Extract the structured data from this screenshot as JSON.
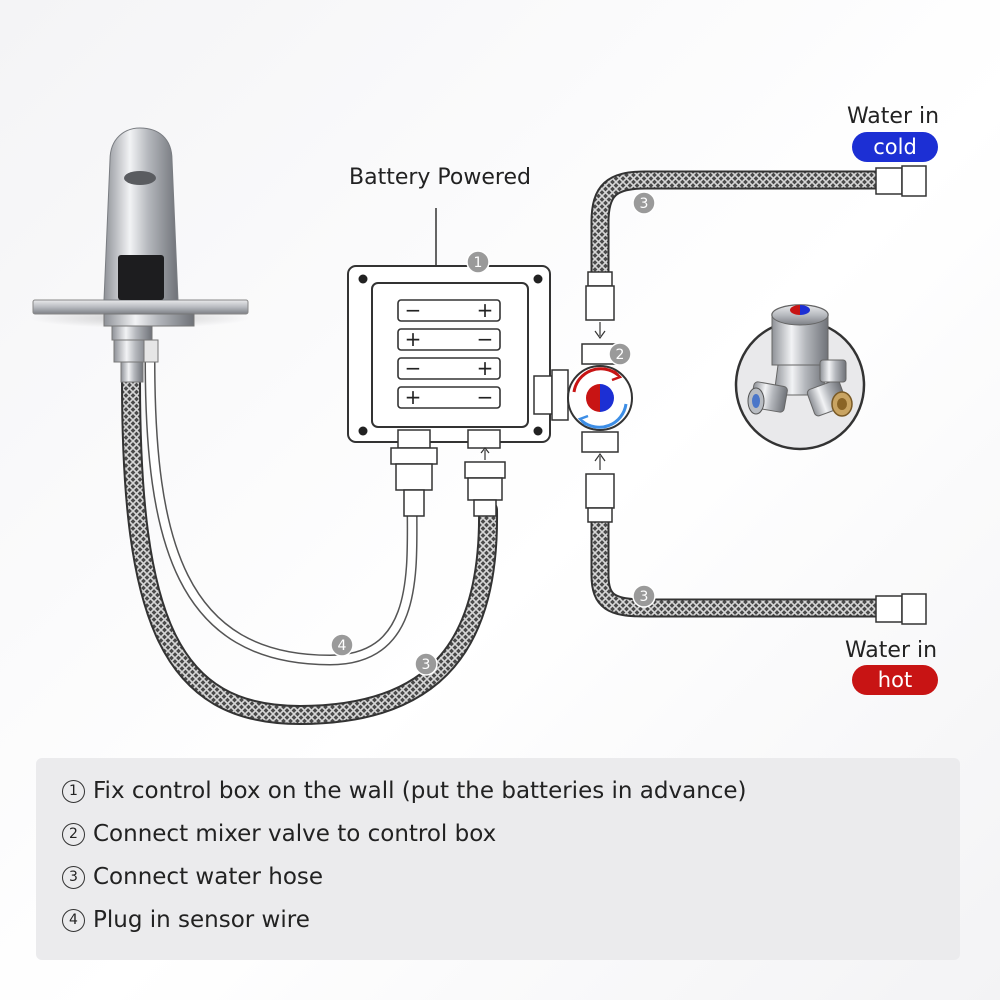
{
  "diagram": {
    "battery_title": "Battery Powered",
    "water_in_cold_label": "Water in",
    "cold_pill": "cold",
    "water_in_hot_label": "Water in",
    "hot_pill": "hot",
    "callouts": {
      "control_box": "1",
      "mixer_valve": "2",
      "hose_cold": "3",
      "hose_hot": "3",
      "hose_faucet": "3",
      "sensor_wire": "4"
    },
    "battery_polarity": [
      [
        "−",
        "+"
      ],
      [
        "+",
        "−"
      ],
      [
        "−",
        "+"
      ],
      [
        "+",
        "−"
      ]
    ],
    "colors": {
      "cold": "#1c2fd4",
      "hot": "#c81414",
      "chrome": "#b9bcc2"
    },
    "icons": [
      "faucet-icon",
      "control-box-icon",
      "mixer-valve-icon",
      "braided-hose-icon",
      "sensor-wire-icon"
    ]
  },
  "steps": [
    {
      "num": "1",
      "text": "Fix control box on the wall (put the batteries in advance)"
    },
    {
      "num": "2",
      "text": "Connect mixer valve to control box"
    },
    {
      "num": "3",
      "text": "Connect water hose"
    },
    {
      "num": "4",
      "text": "Plug in sensor wire"
    }
  ]
}
